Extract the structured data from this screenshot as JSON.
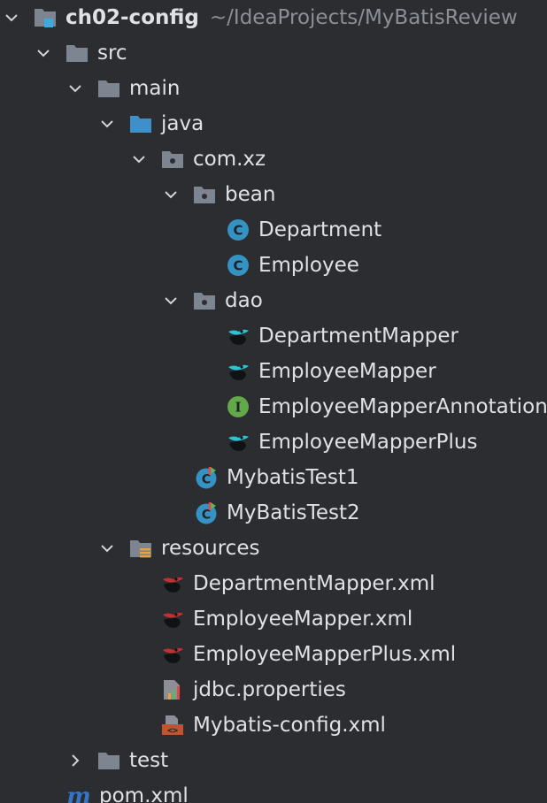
{
  "project_tree": {
    "root": {
      "label": "ch02-config",
      "path": "~/IdeaProjects/MyBatisReview",
      "icon": "module-folder-icon",
      "expanded": true
    },
    "src": {
      "label": "src",
      "icon": "folder-icon",
      "expanded": true
    },
    "main": {
      "label": "main",
      "icon": "folder-icon",
      "expanded": true
    },
    "java": {
      "label": "java",
      "icon": "source-root-folder-icon",
      "expanded": true
    },
    "com_xz": {
      "label": "com.xz",
      "icon": "package-icon",
      "expanded": true
    },
    "bean": {
      "label": "bean",
      "icon": "package-icon",
      "expanded": true
    },
    "department": {
      "label": "Department",
      "icon": "java-class-icon"
    },
    "employee": {
      "label": "Employee",
      "icon": "java-class-icon"
    },
    "dao": {
      "label": "dao",
      "icon": "package-icon",
      "expanded": true
    },
    "department_mapper": {
      "label": "DepartmentMapper",
      "icon": "mybatis-mapper-icon"
    },
    "employee_mapper": {
      "label": "EmployeeMapper",
      "icon": "mybatis-mapper-icon"
    },
    "employee_mapper_annotation": {
      "label": "EmployeeMapperAnnotation",
      "icon": "java-interface-icon"
    },
    "employee_mapper_plus": {
      "label": "EmployeeMapperPlus",
      "icon": "mybatis-mapper-icon"
    },
    "mybatis_test1": {
      "label": "MybatisTest1",
      "icon": "java-test-class-icon"
    },
    "mybatis_test2": {
      "label": "MyBatisTest2",
      "icon": "java-test-class-icon"
    },
    "resources": {
      "label": "resources",
      "icon": "resources-folder-icon",
      "expanded": true
    },
    "department_mapper_xml": {
      "label": "DepartmentMapper.xml",
      "icon": "mybatis-xml-icon"
    },
    "employee_mapper_xml": {
      "label": "EmployeeMapper.xml",
      "icon": "mybatis-xml-icon"
    },
    "employee_mapper_plus_xml": {
      "label": "EmployeeMapperPlus.xml",
      "icon": "mybatis-xml-icon"
    },
    "jdbc_properties": {
      "label": "jdbc.properties",
      "icon": "properties-file-icon"
    },
    "mybatis_config_xml": {
      "label": "Mybatis-config.xml",
      "icon": "xml-config-icon"
    },
    "test": {
      "label": "test",
      "icon": "folder-icon",
      "expanded": false
    },
    "pom_xml": {
      "label": "pom.xml",
      "icon": "maven-icon"
    }
  },
  "colors": {
    "background": "#2b2d30",
    "text": "#dfe1e5",
    "path_text": "#8c9096",
    "folder": "#7d8590",
    "source_folder": "#3f8fc8",
    "class_badge": "#3592c4",
    "interface_badge": "#62a94a",
    "mapper_bird": "#2bc4d6",
    "xml_bird": "#c62f2f",
    "maven": "#3475c4"
  }
}
